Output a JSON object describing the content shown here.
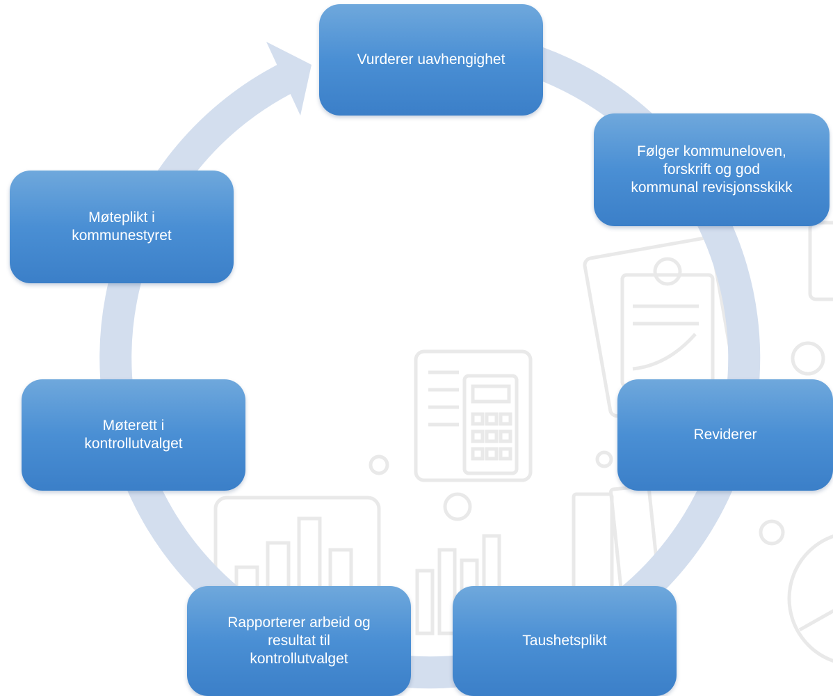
{
  "colors": {
    "node_fill_top": "#6fa8dc",
    "node_fill_bottom": "#3b7fc8",
    "node_text": "#ffffff",
    "ring": "#d3deee",
    "background_art": "#e9e9e9"
  },
  "cycle": {
    "direction": "clockwise",
    "nodes": [
      {
        "id": "vurderer",
        "label": "Vurderer uavhengighet"
      },
      {
        "id": "folger",
        "label": "Følger kommuneloven,\nforskrift og god\nkommunal revisjonsskikk"
      },
      {
        "id": "reviderer",
        "label": "Reviderer"
      },
      {
        "id": "taushet",
        "label": "Taushetsplikt"
      },
      {
        "id": "rapport",
        "label": "Rapporterer arbeid og\nresultat til\nkontrollutvalget"
      },
      {
        "id": "moterett",
        "label": "Møterett i\nkontrollutvalget"
      },
      {
        "id": "moteplikt",
        "label": "Møteplikt i\nkommunestyret"
      }
    ]
  }
}
